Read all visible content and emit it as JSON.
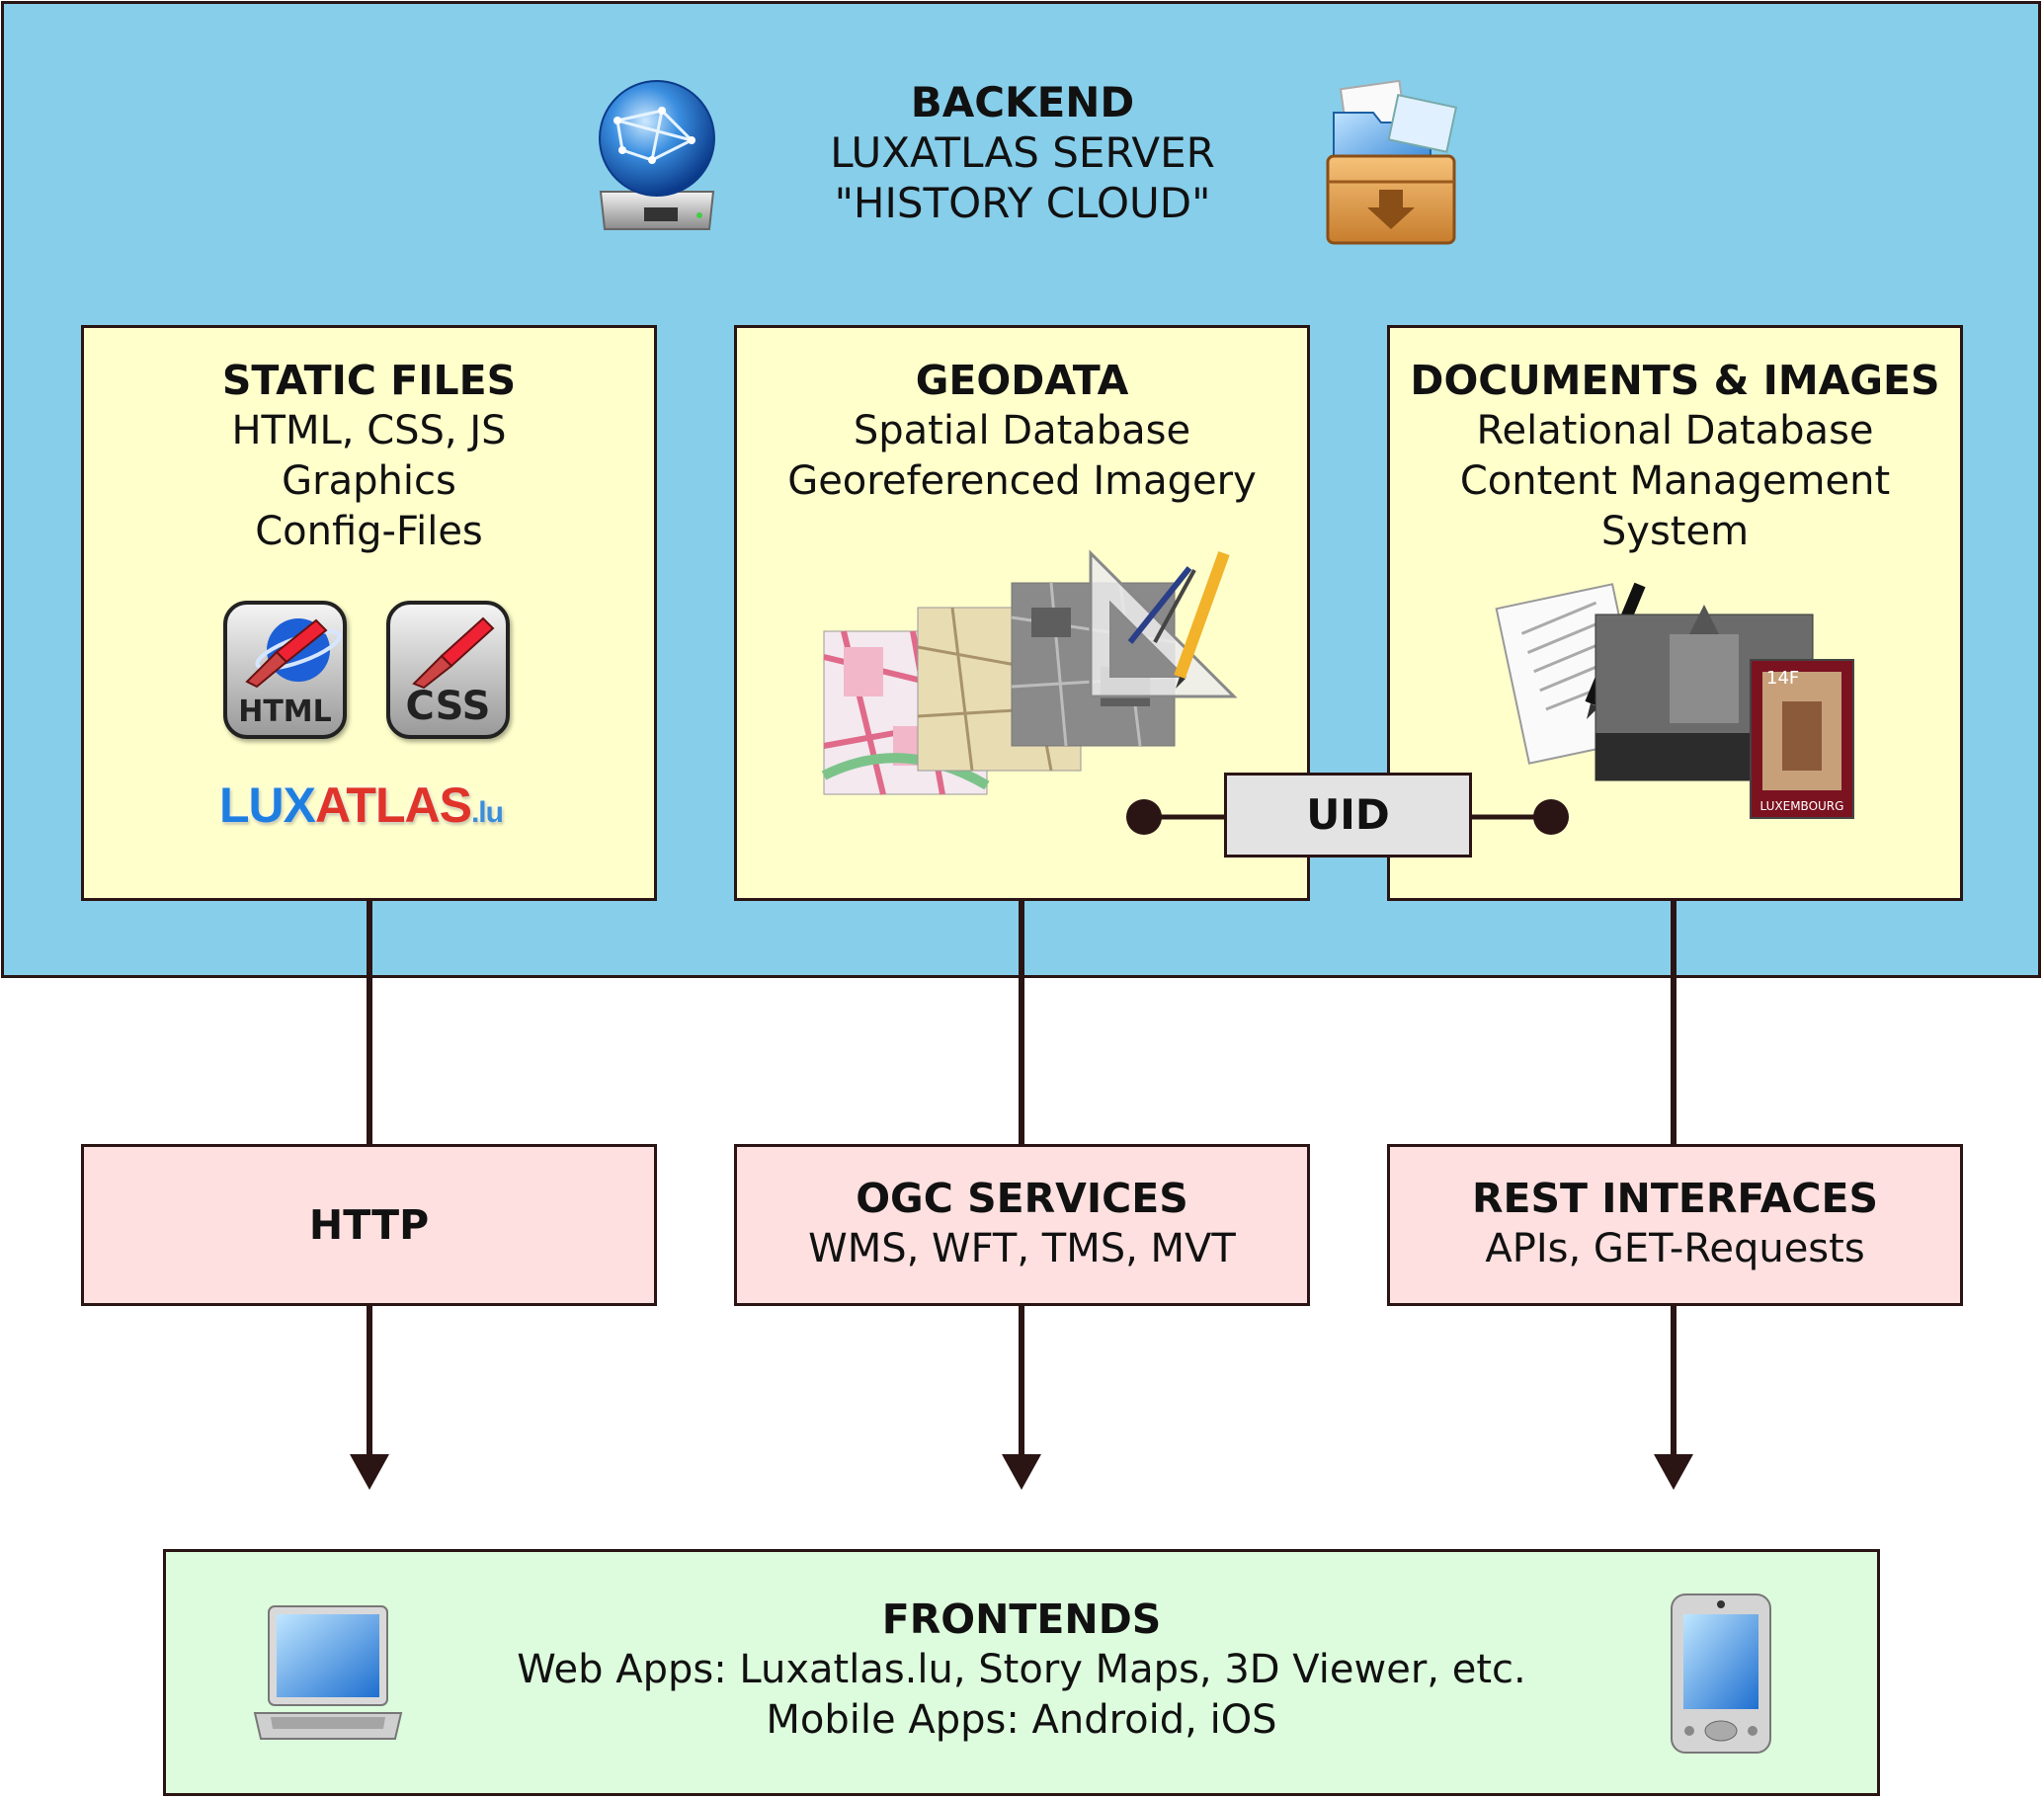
{
  "backend": {
    "title": "BACKEND",
    "line1": "LUXATLAS SERVER",
    "line2": "\"HISTORY CLOUD\""
  },
  "static_files": {
    "title": "STATIC FILES",
    "lines": [
      "HTML, CSS, JS",
      "Graphics",
      "Config-Files"
    ],
    "icons": [
      "html-editor-icon",
      "css-editor-icon"
    ],
    "html_icon_label": "HTML",
    "css_icon_label": "CSS",
    "logo_text_lux": "LUX",
    "logo_text_atlas": "ATLAS",
    "logo_text_tld": ".lu"
  },
  "geodata": {
    "title": "GEODATA",
    "lines": [
      "Spatial Database",
      "Georeferenced Imagery"
    ]
  },
  "documents": {
    "title": "DOCUMENTS & IMAGES",
    "lines": [
      "Relational Database",
      "Content Management",
      "System"
    ],
    "stamp_value": "14F",
    "stamp_text": "LUXEMBOURG"
  },
  "uid": {
    "label": "UID"
  },
  "http": {
    "title": "HTTP"
  },
  "ogc": {
    "title": "OGC SERVICES",
    "subtitle": "WMS, WFT, TMS, MVT"
  },
  "rest": {
    "title": "REST INTERFACES",
    "subtitle": "APIs, GET-Requests"
  },
  "frontends": {
    "title": "FRONTENDS",
    "line1": "Web Apps: Luxatlas.lu, Story Maps, 3D Viewer, etc.",
    "line2": "Mobile Apps: Android, iOS"
  },
  "colors": {
    "backend_bg": "#87ceea",
    "yellow_box": "#ffffcc",
    "pink_box": "#fde0df",
    "green_box": "#ddfcdd",
    "uid_box": "#e3e3e3",
    "line": "#2a1414"
  }
}
